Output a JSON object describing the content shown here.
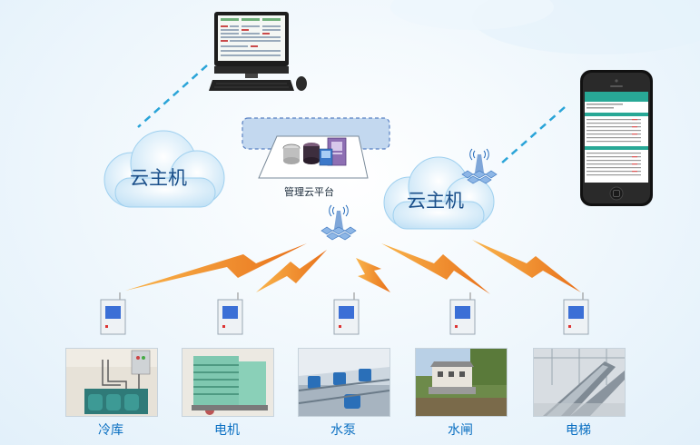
{
  "clouds": {
    "left_label": "云主机",
    "right_label": "云主机"
  },
  "platform": {
    "label": "管理云平台"
  },
  "devices": [
    {
      "label": "冷库"
    },
    {
      "label": "电机"
    },
    {
      "label": "水泵"
    },
    {
      "label": "水闸"
    },
    {
      "label": "电梯"
    }
  ],
  "colors": {
    "cloud": "#c9e6f8",
    "dashed_link": "#2aa4d8",
    "lightning": "#f08a1e",
    "label_blue": "#0a6fc2",
    "controller_screen": "#3b6fd6",
    "phone_accent": "#28a896"
  },
  "icons": {
    "computer": "desktop-computer-icon",
    "phone": "smartphone-icon",
    "tower": "wireless-tower-icon",
    "server": "server-stack-icon"
  }
}
